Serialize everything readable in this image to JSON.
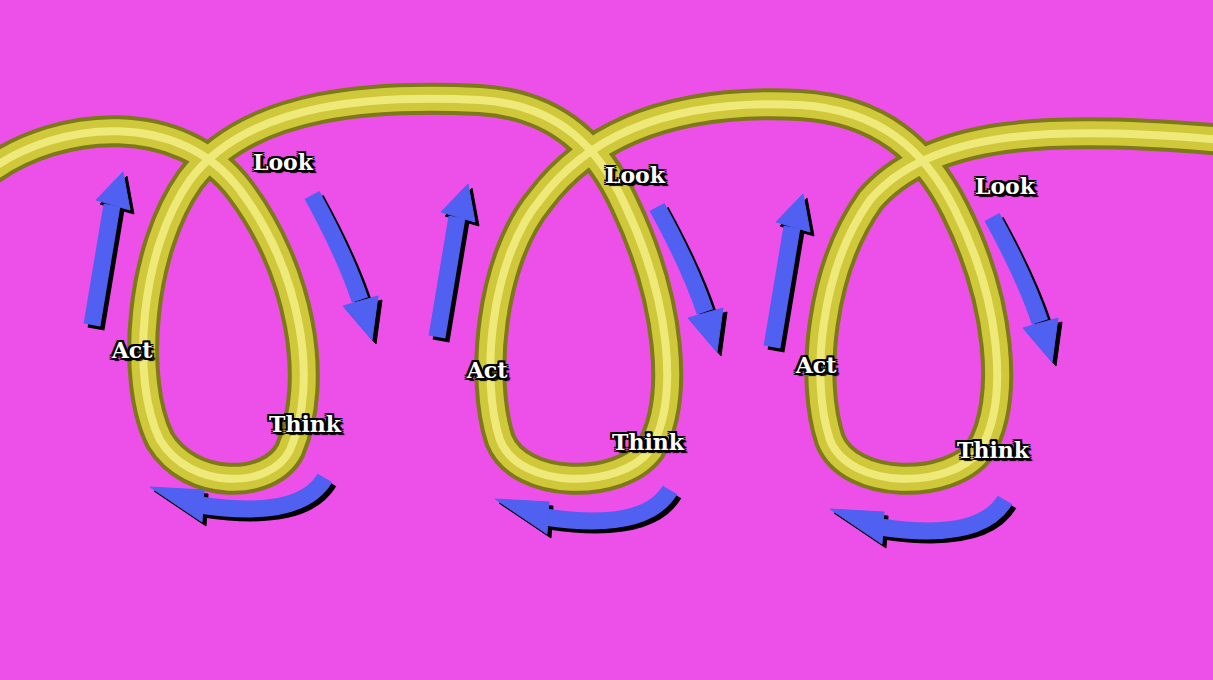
{
  "diagram": {
    "labels": [
      "Look",
      "Act",
      "Think",
      "Look",
      "Act",
      "Think",
      "Look",
      "Act",
      "Think"
    ]
  }
}
